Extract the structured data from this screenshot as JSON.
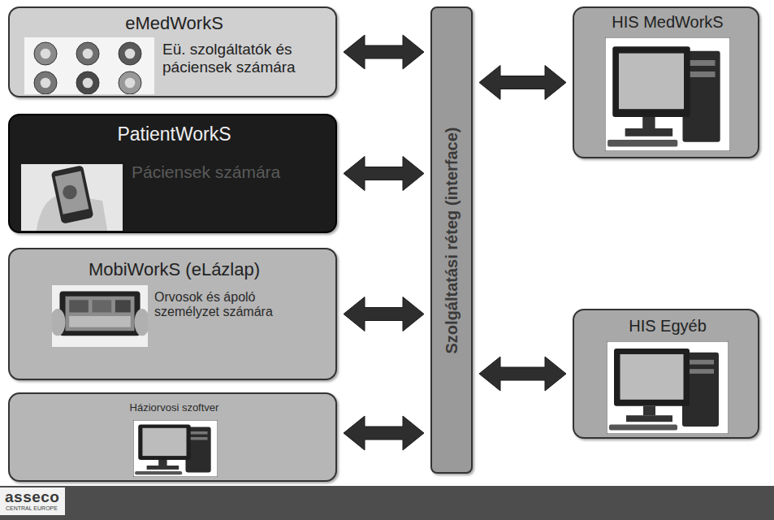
{
  "diagram": {
    "nodes": [
      {
        "text": [
          "eMedWorkS",
          "Eü. szolgáltatók és páciensek számára"
        ]
      },
      {
        "text": [
          "PatientWorkS",
          "Páciensek számára"
        ]
      },
      {
        "text": [
          "MobiWorkS (eLázlap)",
          "Orvosok és ápoló személyzet számára"
        ]
      },
      {
        "text": [
          "Háziorvosi szoftver"
        ]
      },
      {
        "text": [
          "Szolgáltatási réteg (interface)"
        ]
      },
      {
        "text": [
          "HIS MedWorkS"
        ]
      },
      {
        "text": [
          "HIS Egyéb"
        ]
      }
    ],
    "edges": [
      {
        "from": 0,
        "to": 4,
        "arrow": "both"
      },
      {
        "from": 1,
        "to": 4,
        "arrow": "both"
      },
      {
        "from": 2,
        "to": 4,
        "arrow": "both"
      },
      {
        "from": 3,
        "to": 4,
        "arrow": "both"
      },
      {
        "from": 4,
        "to": 5,
        "arrow": "both"
      },
      {
        "from": 4,
        "to": 6,
        "arrow": "both"
      }
    ],
    "labels": [
      "asseco",
      "CENTRAL EUROPE"
    ]
  }
}
